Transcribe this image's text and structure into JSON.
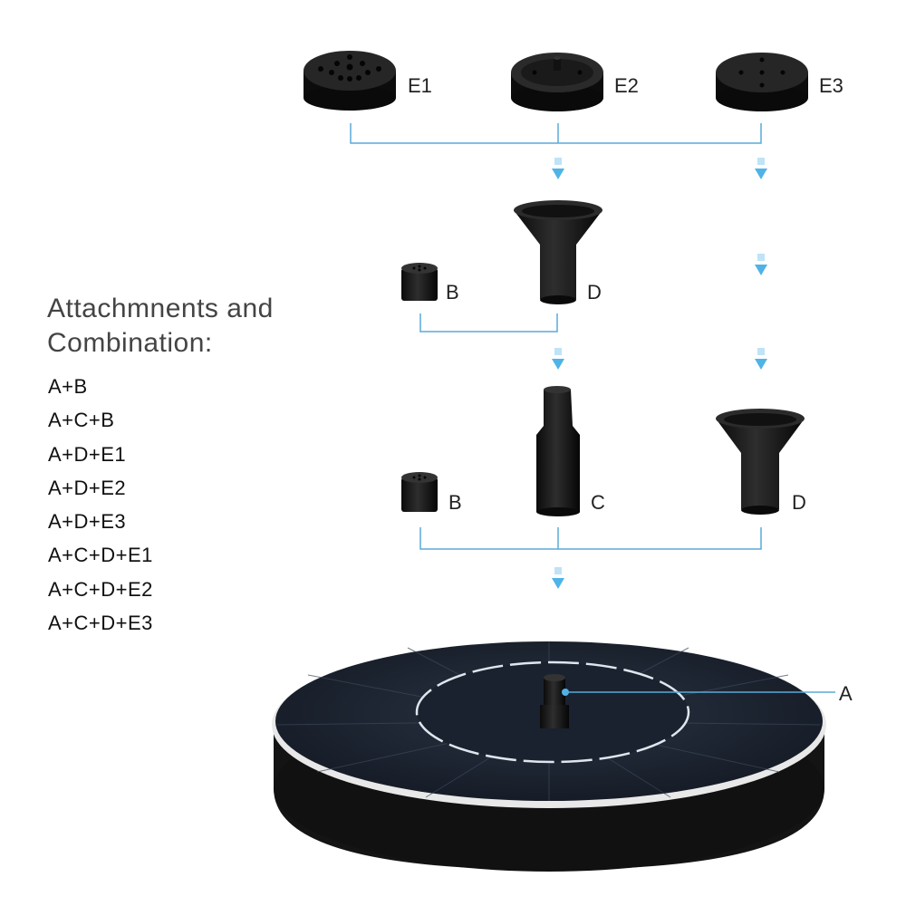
{
  "heading": {
    "line1": "Attachmnents and",
    "line2": "Combination:"
  },
  "combinations": [
    "A+B",
    "A+C+B",
    "A+D+E1",
    "A+D+E2",
    "A+D+E3",
    "A+C+D+E1",
    "A+C+D+E2",
    "A+C+D+E3"
  ],
  "part_labels": {
    "e1": "E1",
    "e2": "E2",
    "e3": "E3",
    "b_top": "B",
    "d_top": "D",
    "b_bottom": "B",
    "c": "C",
    "d_right": "D",
    "a": "A"
  },
  "colors": {
    "connector": "#5aaad8",
    "arrow": "#4fb3e8",
    "part": "#141414",
    "panel": "#1d2431"
  }
}
